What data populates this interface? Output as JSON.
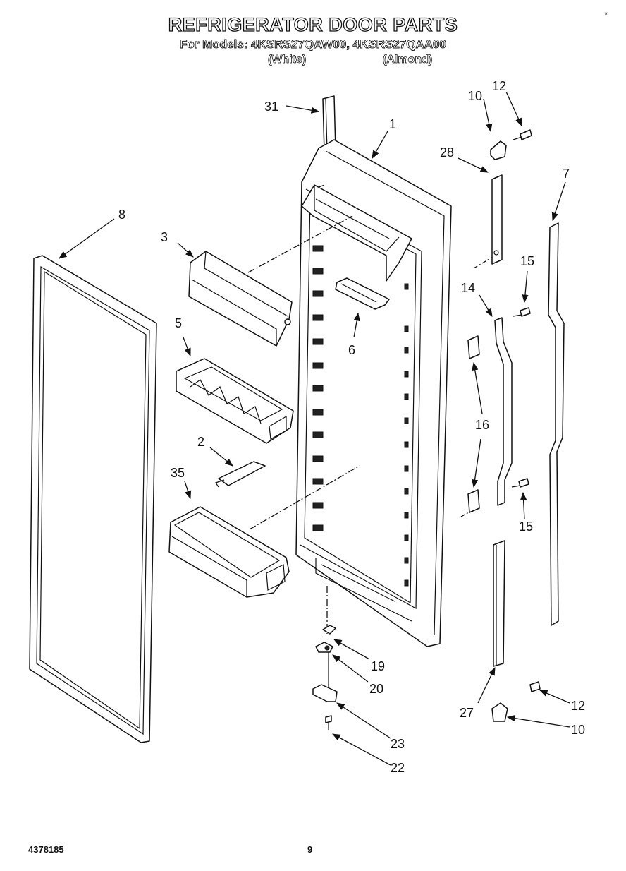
{
  "header": {
    "title": "REFRIGERATOR DOOR PARTS",
    "subtitle": "For Models: 4KSRS27QAW00, 4KSRS27QAA00",
    "variant_white": "(White)",
    "variant_almond": "(Almond)"
  },
  "corner_mark": "*",
  "footer": {
    "doc_number": "4378185",
    "page_number": "9"
  },
  "callouts": {
    "p1": "1",
    "p2": "2",
    "p3": "3",
    "p5": "5",
    "p6": "6",
    "p7": "7",
    "p8": "8",
    "p10a": "10",
    "p10b": "10",
    "p12a": "12",
    "p12b": "12",
    "p14": "14",
    "p15a": "15",
    "p15b": "15",
    "p16": "16",
    "p19": "19",
    "p20": "20",
    "p22": "22",
    "p23": "23",
    "p27": "27",
    "p28": "28",
    "p31": "31",
    "p35": "35"
  }
}
